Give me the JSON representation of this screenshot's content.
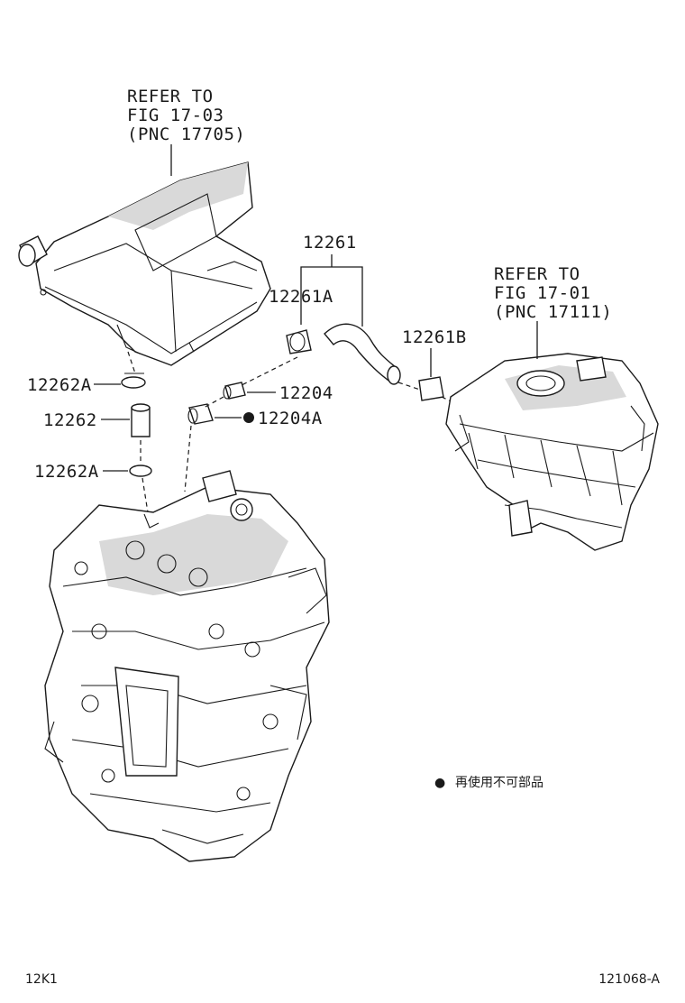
{
  "callouts": {
    "air_cleaner_ref": [
      "REFER TO",
      "FIG 17-03",
      "(PNC 17705)"
    ],
    "intake_manifold_ref": [
      "REFER TO",
      "FIG 17-01",
      "(PNC 17111)"
    ]
  },
  "parts": {
    "hose_assembly": "12261",
    "hose_clamp_a": "12261A",
    "hose_clamp_b": "12261B",
    "pcv_valve": "12204",
    "gasket": "12204A",
    "clip_upper": "12262A",
    "ventilation_hose": "12262",
    "clip_lower": "12262A"
  },
  "legend": {
    "marker": "●",
    "text": "再使用不可部品"
  },
  "footer": {
    "left_code": "12K1",
    "right_code": "121068-A"
  }
}
